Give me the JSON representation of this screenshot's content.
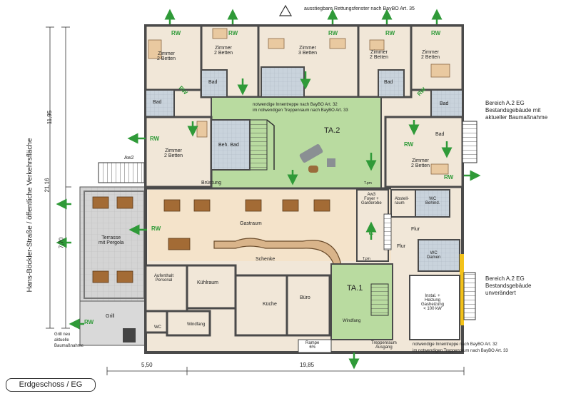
{
  "title": "Erdgeschoss / EG",
  "top_note": "ausstiegbare Rettungsfenster nach BayBO Art. 35",
  "side_label": "Hans-Böckler-Straße / öffentliche Verkehrsfläche",
  "dimensions": {
    "d_11_95": "11,95",
    "d_21_16": "21,16",
    "d_7_70": "7,70",
    "d_5_50": "5,50",
    "d_19_85": "19,85"
  },
  "rooms": {
    "zimmer1": "Zimmer\n2 Betten",
    "zimmer2": "Zimmer\n2 Betten",
    "zimmer3": "Zimmer\n3 Betten",
    "zimmer4": "Zimmer\n2 Betten",
    "zimmer5": "Zimmer\n2 Betten",
    "zimmer6": "Zimmer\n2 Betten",
    "zimmer7": "Zimmer\n2 Betten",
    "bad": "Bad",
    "beh_bad": "Beh. Bad",
    "bruestung": "Brüstung",
    "ta2": "TA.2",
    "ta1": "TA.1",
    "aw2": "Aw2",
    "aw3": "Aw3\nFoyer +\nGarderobe",
    "abstellraum": "Abstell-\nraum",
    "wc_behind": "WC\nBehind.",
    "flur": "Flur",
    "wc_damen": "WC\nDamen",
    "gastraum": "Gastraum",
    "schenke": "Schenke",
    "terrasse": "Terrasse\nmit Pergola",
    "aufenthalt": "Aufenthalt\nPersonal",
    "kuehlraum": "Kühlraum",
    "kueche": "Küche",
    "buero": "Büro",
    "windfang": "Windfang",
    "wc": "WC",
    "grill": "Grill",
    "rampe": "Rampe\n6%",
    "treppenraum_ausgang": "Treppenraum\nAusgang",
    "install": "Instal. +\nHeizung\nGasheizung\n< 100 kW",
    "tpm": "T.pm"
  },
  "notes": {
    "inner_stair_1": "notwendige Innentreppe nach BayBO Art. 32",
    "inner_stair_2": "im notwendigen Treppenraum nach BayBO Art. 33",
    "bottom_note_1": "notwendige Innentreppe nach BayBO Art. 32",
    "bottom_note_2": "im notwendigen Treppenraum nach BayBO Art. 33",
    "area_a2_top_1": "Bereich A.2 EG",
    "area_a2_top_2": "Bestandsgebäude mit",
    "area_a2_top_3": "aktueller Baumaßnahme",
    "area_a2_bottom_1": "Bereich A.2 EG",
    "area_a2_bottom_2": "Bestandsgebäude",
    "area_a2_bottom_3": "unverändert",
    "grill_note_1": "Grill neu",
    "grill_note_2": "aktuelle",
    "grill_note_3": "Baumaßnahme"
  },
  "rw_label": "RW",
  "colors": {
    "wall": "#4a4a4a",
    "room_floor": "#f1e7d8",
    "stair_green": "#b9dba0",
    "bath_tile": "#c9d3dc",
    "terrace": "#cfcfcf",
    "arrow_green": "#2f9a38",
    "install": "#ffffff",
    "yellow_edge": "#f3c21a"
  }
}
